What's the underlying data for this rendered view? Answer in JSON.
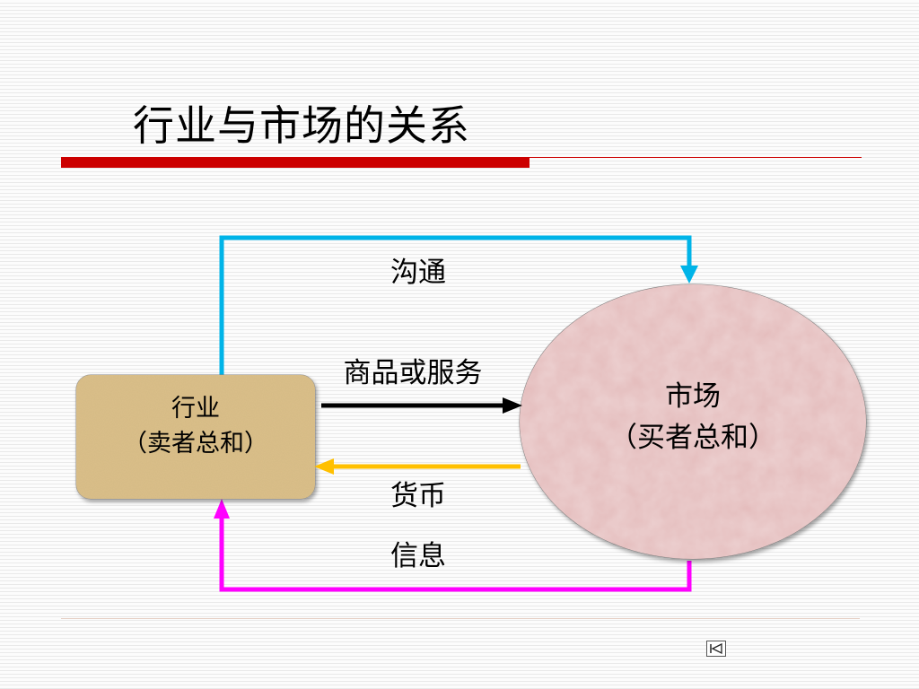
{
  "slide": {
    "title": "行业与市场的关系"
  },
  "diagram": {
    "industry": {
      "label_line1": "行业",
      "label_line2": "（卖者总和）",
      "fill": "#dcc08a"
    },
    "market": {
      "label_line1": "市场",
      "label_line2": "（买者总和）",
      "fill": "#e4bcbc"
    },
    "flows": {
      "communication": {
        "label": "沟通",
        "color": "#00b4e8"
      },
      "goods": {
        "label": "商品或服务",
        "color": "#000000"
      },
      "money": {
        "label": "货币",
        "color": "#ffc000"
      },
      "information": {
        "label": "信息",
        "color": "#ff00ff"
      }
    }
  },
  "colors": {
    "title_bar": "#cc0000"
  },
  "nav": {
    "button_icon": "first-slide-icon"
  }
}
